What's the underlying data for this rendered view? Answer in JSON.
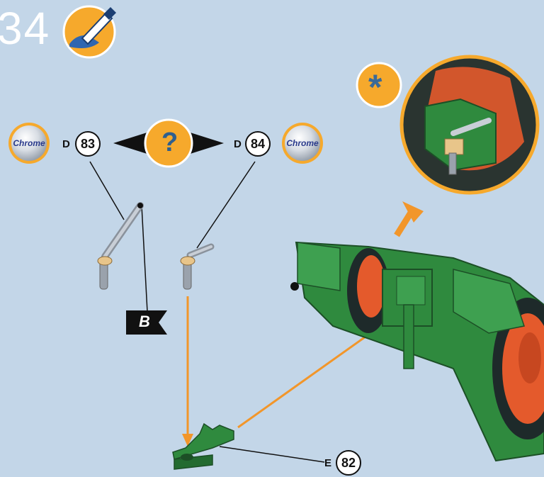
{
  "step": {
    "number": "34"
  },
  "icons": {
    "paint": "paint-brush-icon",
    "question": "question-icon",
    "detail": "asterisk-icon",
    "flag": "flag-icon"
  },
  "parts": {
    "left": {
      "letter": "D",
      "number": "83",
      "finish": "Chrome"
    },
    "right": {
      "letter": "D",
      "number": "84",
      "finish": "Chrome"
    },
    "bracket": {
      "letter": "E",
      "number": "82"
    }
  },
  "question_symbol": "?",
  "detail_symbol": "*",
  "flag_label": "B",
  "colors": {
    "background": "#c3d6e8",
    "accent_orange": "#f6a92c",
    "arrow_orange": "#f2962a",
    "tractor_green": "#2f8a3e",
    "wheel_red": "#e45a2c",
    "tyre_dark": "#1e2a2a"
  }
}
